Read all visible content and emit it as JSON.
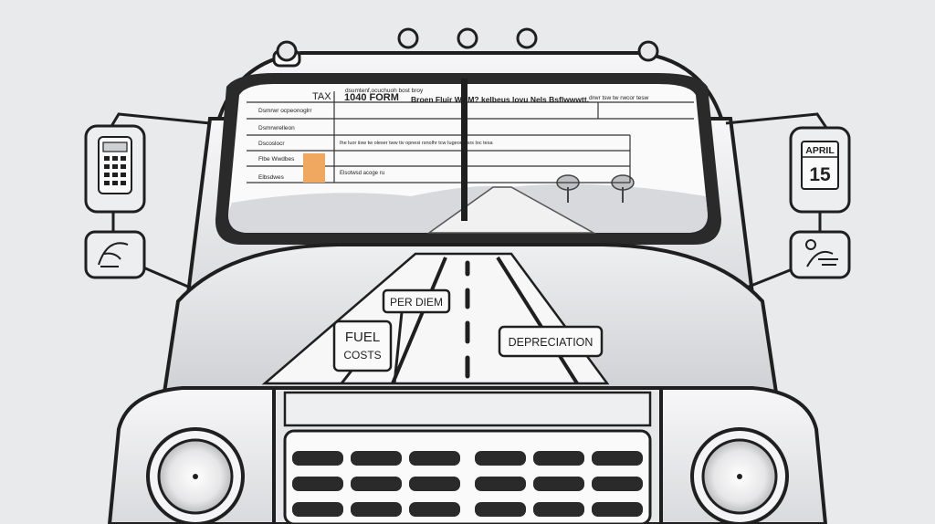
{
  "windshield_form": {
    "tax_label": "TAX",
    "form_label": "1040 FORM",
    "top_scribble_1": "dsumtenf,ocuchuoh bost broy",
    "top_scribble_2": "Broen Fluir WOM? kelbeus lovu Nels Bsflwwwtt.",
    "top_scribble_3": "drwr tsw tw rwcor tesw",
    "row_labels": [
      "Dsmrwr ocpeonoglrr",
      "Dsmrwrelleon",
      "Dscoslocr",
      "Flbe Wwdbes",
      "Elbsdwes"
    ],
    "mid_scribble": "Ihe luor iisw tw oleser tww tiv opnesi rsnolhr tcw Iugeor tosrs loc tesa",
    "low_scribble": "Elsotwsd acoge ru"
  },
  "road_signs": {
    "per_diem": "PER DIEM",
    "fuel_line1": "FUEL",
    "fuel_line2": "COSTS",
    "depreciation": "DEPRECIATION"
  },
  "calendar": {
    "month": "APRIL",
    "day": "15"
  },
  "icons": [
    "calculator-icon",
    "calendar-icon",
    "mirror-icon"
  ],
  "colors": {
    "background": "#e9eaec",
    "truck_body": "#f4f4f6",
    "outline": "#1f1f1f",
    "accent_orange": "#f0a860"
  }
}
